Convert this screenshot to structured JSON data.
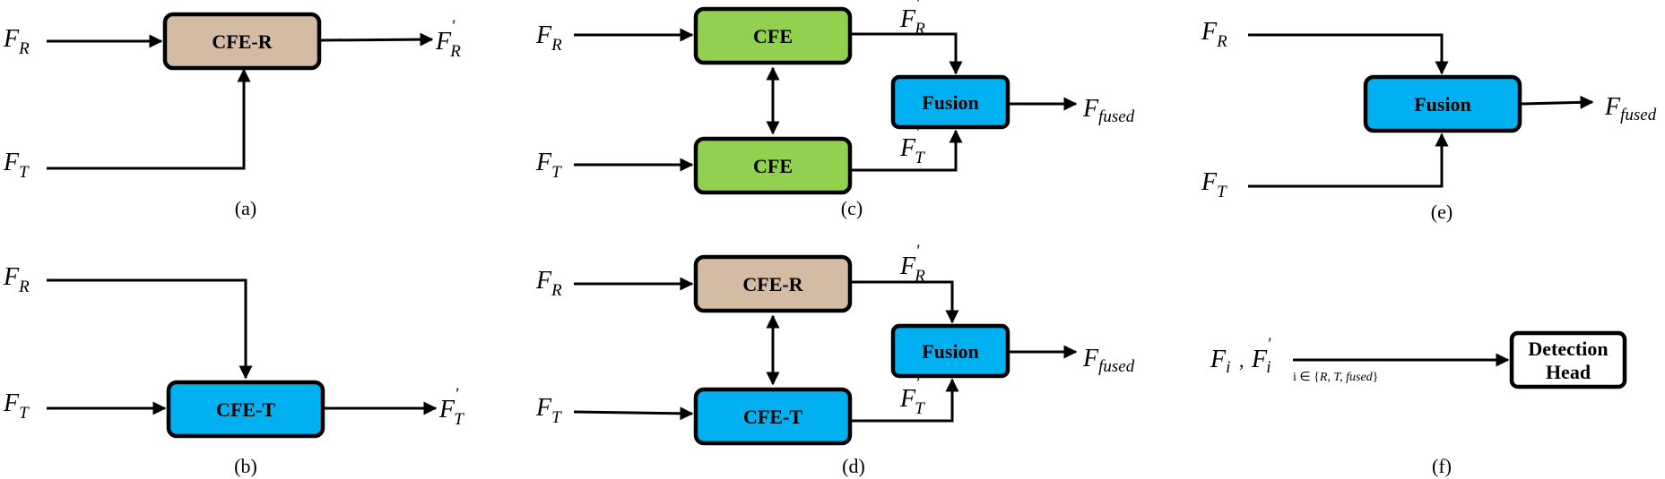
{
  "colors": {
    "cfe": "#92d050",
    "cfe_r": "#d4bba3",
    "cfe_t": "#00b0f0",
    "fusion": "#00b0f0",
    "head": "#ffffff"
  },
  "blocks": {
    "cfe_r": "CFE-R",
    "cfe_t": "CFE-T",
    "cfe": "CFE",
    "fusion": "Fusion",
    "detection_head_line1": "Detection",
    "detection_head_line2": "Head"
  },
  "symbols": {
    "F": "F",
    "sub_R": "R",
    "sub_T": "T",
    "sub_fused": "fused",
    "sub_i": "i",
    "prime": "'",
    "comma": ","
  },
  "note": {
    "prefix": "i ∈ {",
    "items": "R, T, fused",
    "suffix": "}"
  },
  "captions": {
    "a": "(a)",
    "b": "(b)",
    "c": "(c)",
    "d": "(d)",
    "e": "(e)",
    "f": "(f)"
  }
}
